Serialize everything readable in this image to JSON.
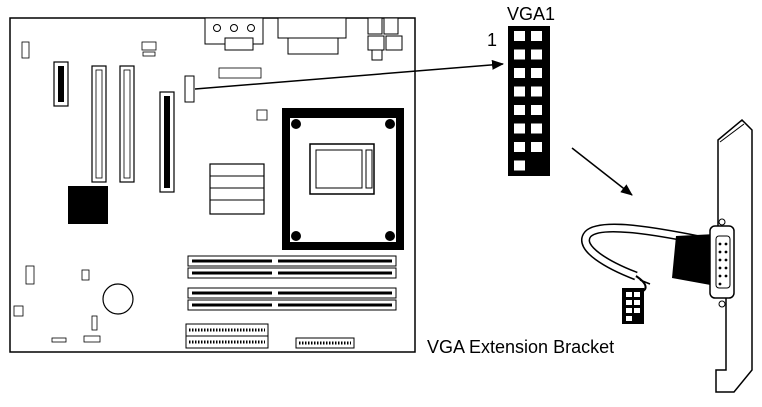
{
  "header": {
    "connector_name": "VGA1",
    "pin_one_marker": "1"
  },
  "caption": {
    "bracket_label": "VGA Extension Bracket"
  },
  "connector": {
    "pin_rows": 8,
    "pin_columns": 2
  },
  "colors": {
    "line": "#000000",
    "background": "#ffffff",
    "shade": "#b0b0b0"
  }
}
